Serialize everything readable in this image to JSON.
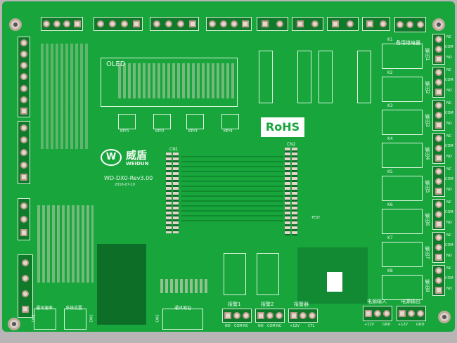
{
  "logo": {
    "cn": "威盾",
    "en": "WEIDUN",
    "mark": "W"
  },
  "board_id": "WD-DX0-Rev3.00",
  "board_date": "2016-07-10",
  "rohs": "RoHS",
  "oled": "OLED",
  "connectors": {
    "cn1": "CN1",
    "cn2": "CN2"
  },
  "keys": [
    "KEY1",
    "KEY2",
    "KEY3",
    "KEY4"
  ],
  "relays": [
    {
      "k": "K1",
      "label": "输出1"
    },
    {
      "k": "K2",
      "label": "输出2"
    },
    {
      "k": "K3",
      "label": "输出3"
    },
    {
      "k": "K4",
      "label": "输出4"
    },
    {
      "k": "K5",
      "label": "输出5"
    },
    {
      "k": "K6",
      "label": "输出6"
    },
    {
      "k": "K7",
      "label": "输出7"
    },
    {
      "k": "K8",
      "label": "输出8"
    }
  ],
  "relay_pins": [
    "NC",
    "COM",
    "NO"
  ],
  "standby": "备用继电器",
  "alarms": [
    {
      "label": "报警1"
    },
    {
      "label": "报警2"
    },
    {
      "label": "报警器"
    }
  ],
  "alarm_pins": [
    "NO",
    "COM",
    "NC"
  ],
  "alarm_device_pins": [
    "+12V",
    "CTL"
  ],
  "power": [
    {
      "label": "电源输入",
      "pins": [
        "+12V",
        "GND"
      ]
    },
    {
      "label": "电源输出",
      "pins": [
        "+12V",
        "GND"
      ]
    }
  ],
  "switches": [
    {
      "label": "通讯速率",
      "id": "SW1"
    },
    {
      "label": "系统设置",
      "id": "SW2"
    },
    {
      "label": "通讯地址",
      "id": "SW3"
    }
  ],
  "test": "TEST"
}
